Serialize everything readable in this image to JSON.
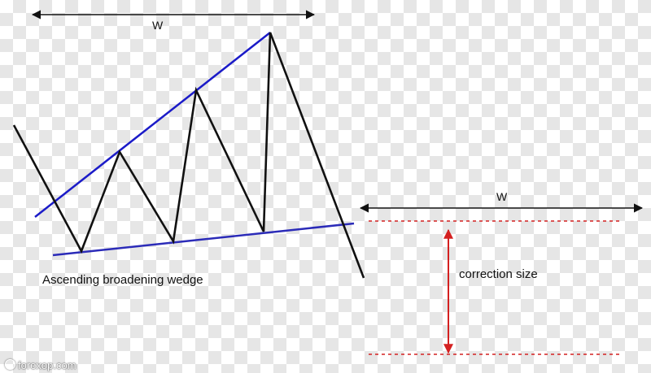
{
  "labels": {
    "w_top": "W",
    "w_right": "W",
    "caption": "Ascending broadening wedge",
    "correction": "correction size",
    "watermark": "forexop.com"
  },
  "colors": {
    "trendline": "#1b1bc8",
    "support_line": "#2b2bb8",
    "price_line": "#111111",
    "correction_guide": "#d42020",
    "dimension_arrow": "#111111"
  }
}
